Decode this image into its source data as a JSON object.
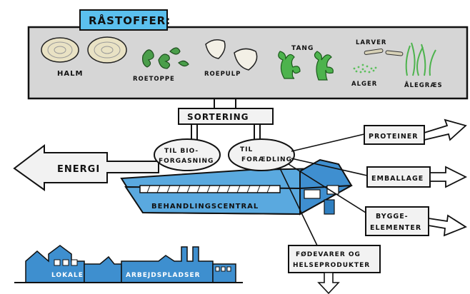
{
  "title": "RÅSTOFFER:",
  "raw_materials": {
    "halm": "HALM",
    "roetoppe": "ROETOPPE",
    "roepulp": "ROEPULP",
    "tang": "TANG",
    "larver": "LARVER",
    "alger": "ALGER",
    "aalegraes": "ÅLEGRÆS"
  },
  "sortering": "SORTERING",
  "biogas": {
    "line1": "TIL BIO-",
    "line2": "FORGASNING"
  },
  "forædling": {
    "line1": "TIL",
    "line2": "FORÆDLING"
  },
  "energi": "ENERGI",
  "central": "BEHANDLINGSCENTRAL",
  "outputs": {
    "proteiner": "PROTEINER",
    "emballage": "EMBALLAGE",
    "bygge1": "BYGGE-",
    "bygge2": "ELEMENTER",
    "foede1": "FØDEVARER OG",
    "foede2": "HELSEPRODUKTER"
  },
  "village": {
    "lokale": "LOKALE",
    "arbejdspladser": "ARBEJDSPLADSER"
  },
  "colors": {
    "panel": "#d6d6d6",
    "title_box": "#5bc0ee",
    "building": "#5aa9df",
    "building_dark": "#2f7fc0",
    "village": "#3e8fcf",
    "algae_green": "#4db34d",
    "straw": "#e9e2c4"
  }
}
